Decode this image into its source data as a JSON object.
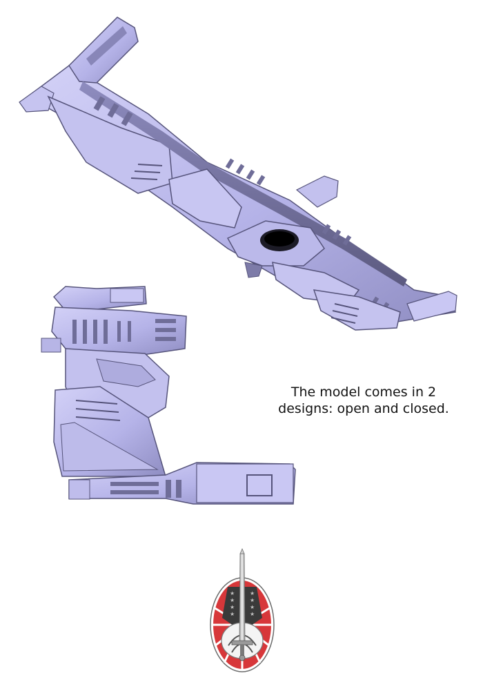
{
  "caption": {
    "line1": "The model comes in 2",
    "line2": "designs: open and closed."
  },
  "colors": {
    "hull_light": "#bdbbed",
    "hull_mid": "#a3a1d6",
    "hull_dark": "#4e4c6c",
    "emblem_red": "#d7373a",
    "background": "#ffffff"
  },
  "icons": {
    "open_model": "open-ship-render",
    "closed_model": "closed-ship-render",
    "emblem": "sword-shield-emblem"
  }
}
